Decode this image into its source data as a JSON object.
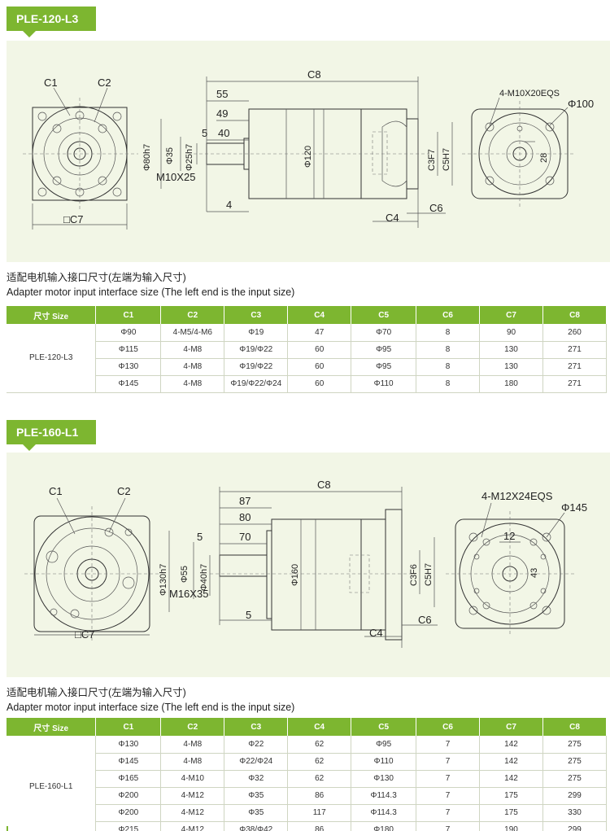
{
  "sections": [
    {
      "model_tag": "PLE-120-L3",
      "caption_cn": "适配电机输入接口尺寸(左端为输入尺寸)",
      "caption_en": "Adapter motor input interface size (The left end is the input size)",
      "dims": {
        "c1": "C1",
        "c2": "C2",
        "c7": "□C7",
        "c8": "C8",
        "d55": "55",
        "d49": "49",
        "d5": "5",
        "d40": "40",
        "phi80": "Φ80h7",
        "phi35": "Φ35",
        "phi25": "Φ25h7",
        "m": "M10X25",
        "d4": "4",
        "phi120": "Φ120",
        "c3": "C3F7",
        "c5": "C5H7",
        "c4": "C4",
        "c6": "C6",
        "bolt": "4-M10X20EQS",
        "phi100": "Φ100",
        "d28": "28"
      },
      "table": {
        "headers": [
          "尺寸 Size",
          "C1",
          "C2",
          "C3",
          "C4",
          "C5",
          "C6",
          "C7",
          "C8"
        ],
        "model": "PLE-120-L3",
        "rows": [
          [
            "Φ90",
            "4-M5/4-M6",
            "Φ19",
            "47",
            "Φ70",
            "8",
            "90",
            "260"
          ],
          [
            "Φ115",
            "4-M8",
            "Φ19/Φ22",
            "60",
            "Φ95",
            "8",
            "130",
            "271"
          ],
          [
            "Φ130",
            "4-M8",
            "Φ19/Φ22",
            "60",
            "Φ95",
            "8",
            "130",
            "271"
          ],
          [
            "Φ145",
            "4-M8",
            "Φ19/Φ22/Φ24",
            "60",
            "Φ110",
            "8",
            "180",
            "271"
          ]
        ]
      }
    },
    {
      "model_tag": "PLE-160-L1",
      "caption_cn": "适配电机输入接口尺寸(左端为输入尺寸)",
      "caption_en": "Adapter motor input interface size (The left end is the input size)",
      "dims": {
        "c1": "C1",
        "c2": "C2",
        "c7": "□C7",
        "c8": "C8",
        "d87": "87",
        "d80": "80",
        "d5": "5",
        "d70": "70",
        "phi130": "Φ130h7",
        "phi55": "Φ55",
        "phi40": "Φ40h7",
        "m": "M16X35",
        "d5b": "5",
        "phi160": "Φ160",
        "c3": "C3F6",
        "c5": "C5H7",
        "c4": "C4",
        "c6": "C6",
        "bolt": "4-M12X24EQS",
        "phi145": "Φ145",
        "d12": "12",
        "d43": "43"
      },
      "table": {
        "headers": [
          "尺寸 Size",
          "C1",
          "C2",
          "C3",
          "C4",
          "C5",
          "C6",
          "C7",
          "C8"
        ],
        "model": "PLE-160-L1",
        "rows": [
          [
            "Φ130",
            "4-M8",
            "Φ22",
            "62",
            "Φ95",
            "7",
            "142",
            "275"
          ],
          [
            "Φ145",
            "4-M8",
            "Φ22/Φ24",
            "62",
            "Φ110",
            "7",
            "142",
            "275"
          ],
          [
            "Φ165",
            "4-M10",
            "Φ32",
            "62",
            "Φ130",
            "7",
            "142",
            "275"
          ],
          [
            "Φ200",
            "4-M12",
            "Φ35",
            "86",
            "Φ114.3",
            "7",
            "175",
            "299"
          ],
          [
            "Φ200",
            "4-M12",
            "Φ35",
            "117",
            "Φ114.3",
            "7",
            "175",
            "330"
          ],
          [
            "Φ215",
            "4-M12",
            "Φ38/Φ42",
            "86",
            "Φ180",
            "7",
            "190",
            "299"
          ]
        ]
      }
    }
  ],
  "colors": {
    "accent": "#7db630",
    "drawing_bg": "#f2f6e6"
  }
}
